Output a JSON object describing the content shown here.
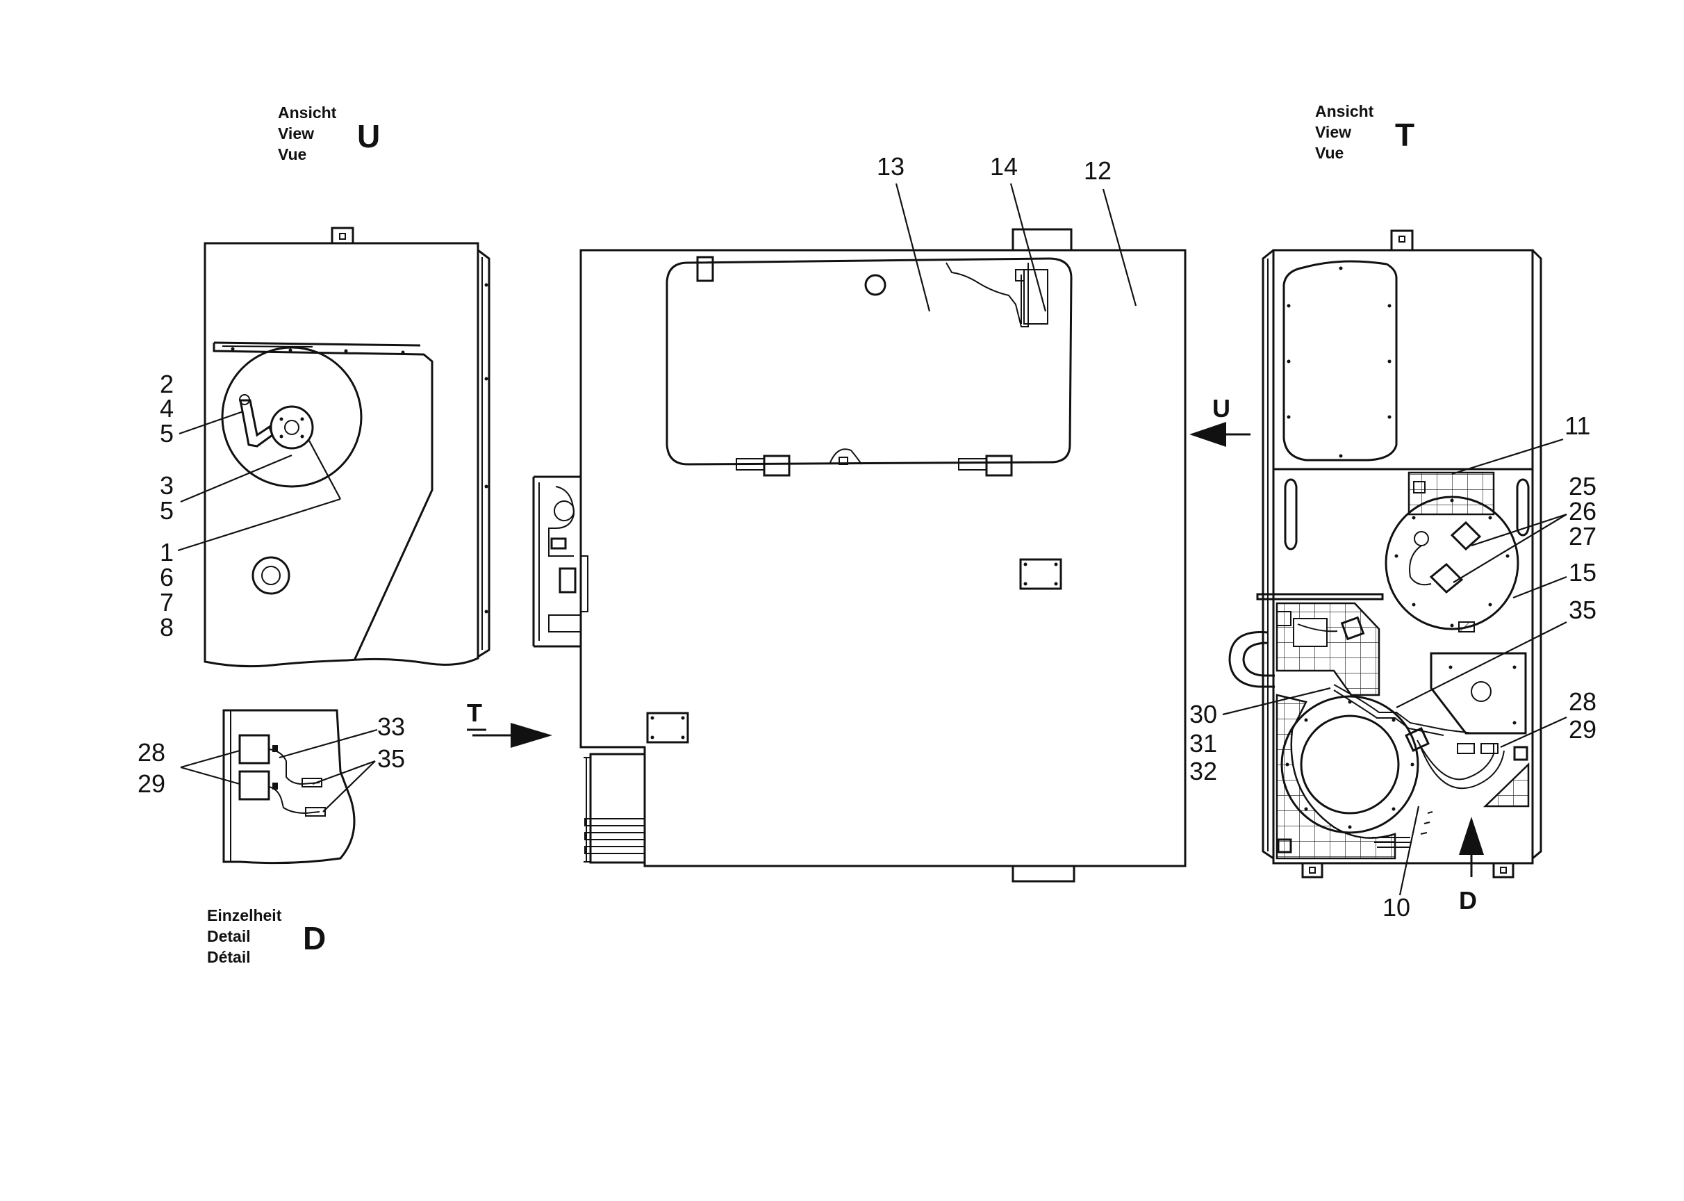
{
  "views": {
    "view_u": {
      "caption_lines": [
        "Ansicht",
        "View",
        "Vue"
      ],
      "letter": "U",
      "callouts": {
        "group_a": [
          "2",
          "4",
          "5"
        ],
        "group_b": [
          "3",
          "5"
        ],
        "group_c": [
          "1",
          "6",
          "7",
          "8"
        ]
      }
    },
    "detail_d": {
      "caption_lines": [
        "Einzelheit",
        "Detail",
        "Détail"
      ],
      "letter": "D",
      "callouts": {
        "left": [
          "28",
          "29"
        ],
        "c33": "33",
        "c35": "35"
      }
    },
    "main": {
      "callouts": {
        "c13": "13",
        "c14": "14",
        "c12": "12"
      },
      "arrow_t_letter": "T",
      "arrow_u_letter": "U"
    },
    "view_t": {
      "caption_lines": [
        "Ansicht",
        "View",
        "Vue"
      ],
      "letter": "T",
      "callouts": {
        "c11": "11",
        "group_25": [
          "25",
          "26",
          "27"
        ],
        "c15": "15",
        "c35": "35",
        "group_30": [
          "30",
          "31",
          "32"
        ],
        "group_28": [
          "28",
          "29"
        ],
        "c10": "10"
      },
      "arrow_d_letter": "D"
    }
  },
  "colors": {
    "ink": "#111111",
    "paper": "#ffffff"
  }
}
